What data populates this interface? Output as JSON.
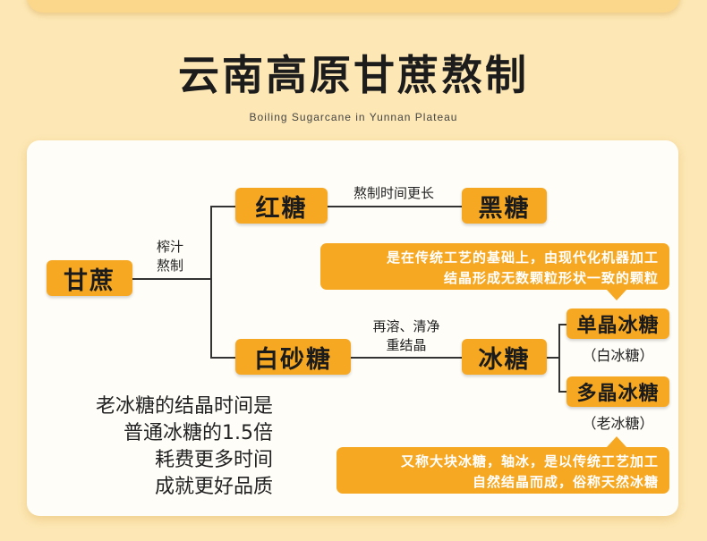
{
  "header": {
    "title": "云南高原甘蔗熬制",
    "subtitle": "Boiling Sugarcane in Yunnan Plateau"
  },
  "diagram": {
    "nodes": {
      "sugarcane": "甘蔗",
      "brown_sugar": "红糖",
      "black_sugar": "黑糖",
      "white_sugar": "白砂糖",
      "rock_sugar": "冰糖",
      "single_crystal": "单晶冰糖",
      "multi_crystal": "多晶冰糖"
    },
    "edges": {
      "press_line1": "榨汁",
      "press_line2": "熬制",
      "longer_boil": "熬制时间更长",
      "recrystal_line1": "再溶、清净",
      "recrystal_line2": "重结晶"
    },
    "captions": {
      "single_alias": "（白冰糖）",
      "multi_alias": "（老冰糖）"
    },
    "notes": {
      "single_line1": "是在传统工艺的基础上，由现代化机器加工",
      "single_line2": "结晶形成无数颗粒形状一致的颗粒",
      "multi_line1": "又称大块冰糖，轴冰，是以传统工艺加工",
      "multi_line2": "自然结晶而成，俗称天然冰糖"
    }
  },
  "side_text": {
    "line1": "老冰糖的结晶时间是",
    "line2": "普通冰糖的1.5倍",
    "line3": "耗费更多时间",
    "line4": "成就更好品质"
  }
}
